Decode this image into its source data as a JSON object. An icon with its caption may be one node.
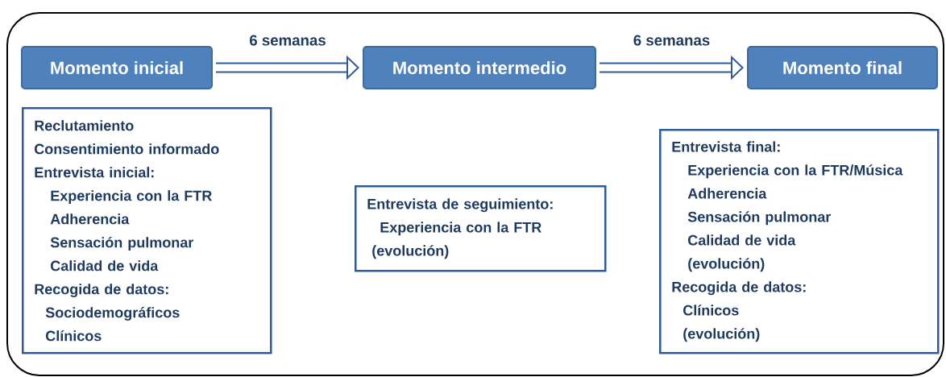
{
  "diagram": {
    "nodes": [
      {
        "text": [],
        "shape": "box"
      },
      {
        "text": [
          "Momento inicial"
        ],
        "in": 0
      },
      {
        "text": [
          "Momento intermedio"
        ],
        "in": 0
      },
      {
        "text": [
          "Momento final"
        ],
        "in": 0
      },
      {
        "text": [
          "Reclutamiento",
          "Consentimiento informado",
          "Entrevista inicial:",
          "Experiencia con la FTR",
          "Adherencia",
          "Sensación pulmonar",
          "Calidad de vida",
          "Recogida de datos:",
          "Sociodemográficos",
          "Clínicos"
        ],
        "in": 0
      },
      {
        "text": [
          "Entrevista de seguimiento:",
          "Experiencia con la FTR",
          "(evolución)"
        ],
        "in": 0
      },
      {
        "text": [
          "Entrevista final:",
          "Experiencia con la FTR/Música",
          "Adherencia",
          "Sensación pulmonar",
          "Calidad de vida",
          "(evolución)",
          "Recogida de datos:",
          "Clínicos",
          "(evolución)"
        ],
        "in": 0
      }
    ],
    "edges": [
      {
        "from": 1,
        "to": 2,
        "arrow": "to",
        "label": "6 semanas"
      },
      {
        "from": 2,
        "to": 3,
        "arrow": "to",
        "label": "6 semanas"
      }
    ]
  }
}
